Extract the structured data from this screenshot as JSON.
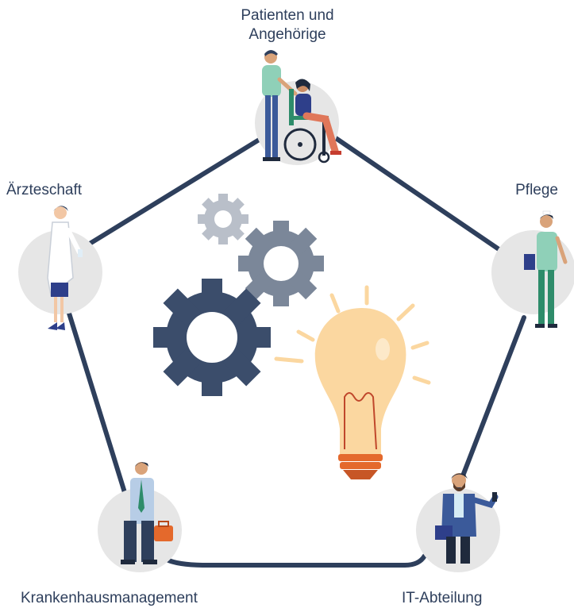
{
  "diagram": {
    "stakeholders": {
      "patients": {
        "line1": "Patienten und",
        "line2": "Angehörige"
      },
      "doctors": {
        "label": "Ärzteschaft"
      },
      "nursing": {
        "label": "Pflege"
      },
      "management": {
        "label": "Krankenhausmanagement"
      },
      "it": {
        "label": "IT-Abteilung"
      }
    },
    "center": {
      "icons": [
        "gears-icon",
        "lightbulb-icon"
      ]
    }
  },
  "colors": {
    "navy": "#2e3f5c",
    "node_circle": "#e6e6e6",
    "gear_dark": "#3b4d6b",
    "gear_mid": "#7b8799",
    "gear_light": "#b9bfc9",
    "bulb": "#fbd7a0",
    "bulb_base": "#e4692c"
  }
}
